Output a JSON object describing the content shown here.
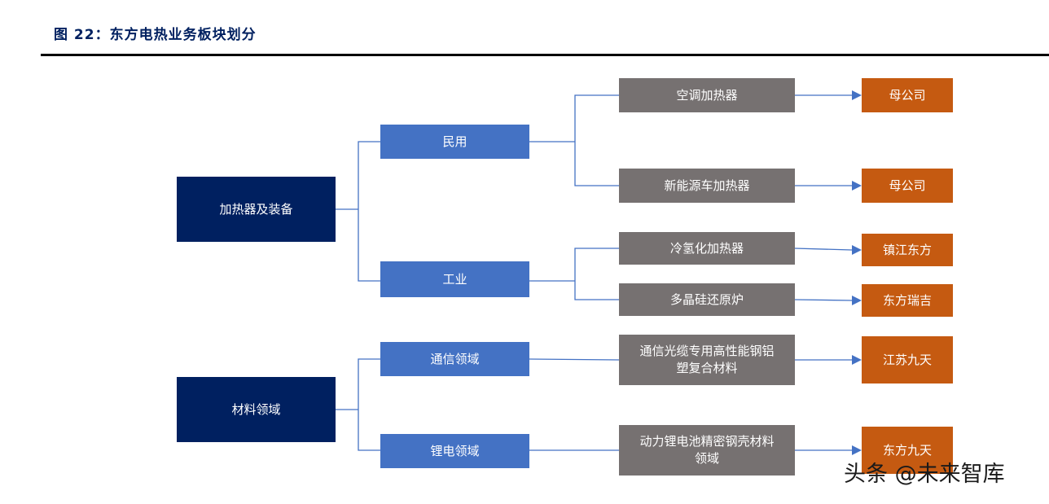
{
  "figure": {
    "title": "图 22：东方电热业务板块划分"
  },
  "nodes": {
    "heater": "加热器及装备",
    "civil": "民用",
    "industry": "工业",
    "ac_heater": "空调加热器",
    "nev_heater": "新能源车加热器",
    "cold_hydro": "冷氢化加热器",
    "polysilicon": "多晶硅还原炉",
    "materials": "材料领域",
    "telecom": "通信领域",
    "lithium": "锂电领域",
    "cable_mat": "通信光缆专用高性能钢铝塑复合材料",
    "battery_mat": "动力锂电池精密钢壳材料领域",
    "sub_parent1": "母公司",
    "sub_parent2": "母公司",
    "sub_zhenjiang": "镇江东方",
    "sub_ruiji": "东方瑞吉",
    "sub_jiutian": "江苏九天",
    "sub_dfjiutian": "东方九天"
  },
  "watermark": "头条 @未来智库",
  "colors": {
    "navy": "#002060",
    "blue": "#4472c4",
    "gray": "#767171",
    "orange": "#c55a11",
    "line": "#4472c4"
  }
}
